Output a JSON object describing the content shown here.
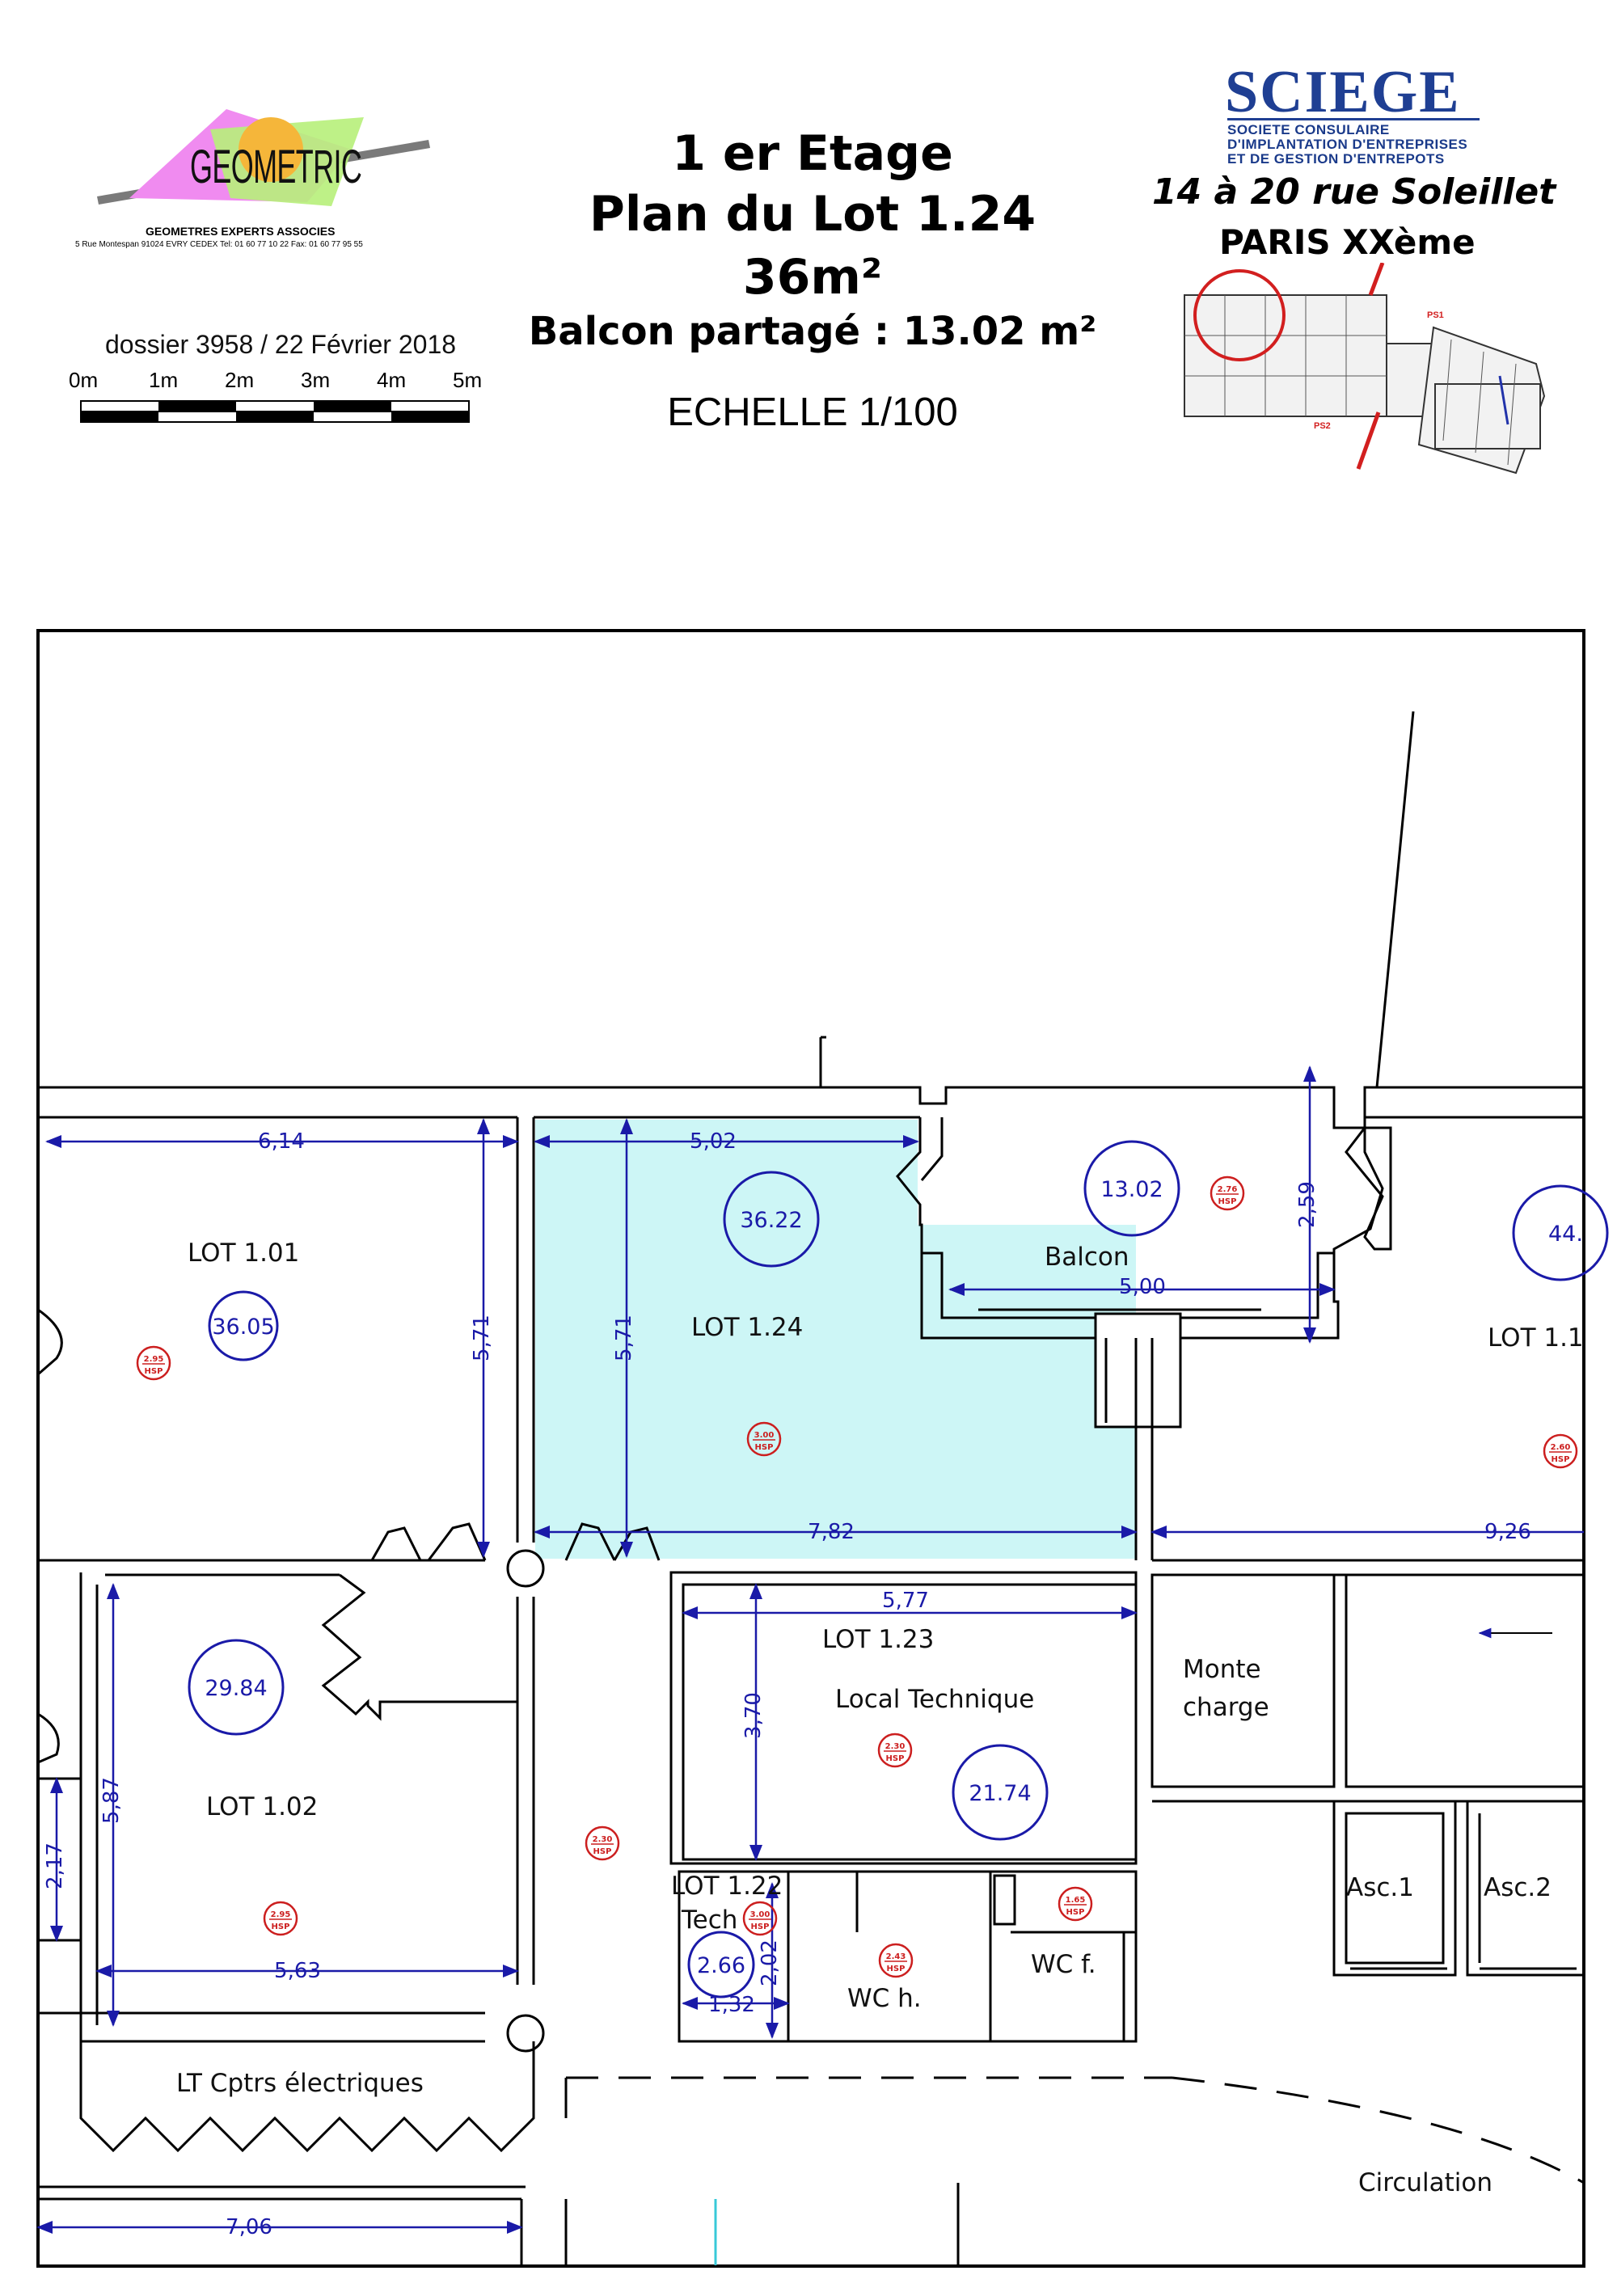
{
  "header": {
    "title_line1": "1 er Etage",
    "title_line2": "Plan du Lot 1.24",
    "title_line3": "36m²",
    "title_line4": "Balcon partagé : 13.02 m²",
    "scale_text": "ECHELLE 1/100"
  },
  "surveyor": {
    "logo_text": "GEOMETRIC",
    "tagline": "GEOMETRES EXPERTS ASSOCIES",
    "address": "5 Rue Montespan 91024 EVRY CEDEX  Tel: 01 60 77 10 22 Fax: 01 60 77 95 55",
    "dossier": "dossier 3958 / 22 Février 2018"
  },
  "scale_bar": {
    "labels": [
      "0m",
      "1m",
      "2m",
      "3m",
      "4m",
      "5m"
    ]
  },
  "owner": {
    "logo_text": "SCIEGE",
    "subtitle_lines": [
      "SOCIETE CONSULAIRE",
      "D'IMPLANTATION D'ENTREPRISES",
      "ET DE GESTION D'ENTREPOTS"
    ],
    "address": "14 à 20  rue Soleillet",
    "city": "PARIS XXème",
    "keymap_labels": [
      "PS1",
      "PS2"
    ]
  },
  "plan": {
    "highlight_color": "#cdf6f6",
    "rooms": {
      "lot_101": "LOT 1.01",
      "lot_124": "LOT 1.24",
      "balcon": "Balcon",
      "lot_11x": "LOT 1.1",
      "lot_102": "LOT 1.02",
      "lot_123": "LOT 1.23",
      "local_tech": "Local Technique",
      "monte": "Monte",
      "charge": "charge",
      "lot_122": "LOT 1.22",
      "tech": "Tech",
      "wc_h": "WC h.",
      "wc_f": "WC f.",
      "asc1": "Asc.1",
      "asc2": "Asc.2",
      "lt_cptrs": "LT Cptrs électriques",
      "circulation": "Circulation"
    },
    "areas": {
      "lot_124": "36.22",
      "balcon": "13.02",
      "lot_11x": "44.",
      "lot_101": "36.05",
      "lot_102": "29.84",
      "lot_123": "21.74",
      "lot_122": "2.66"
    },
    "dimensions": {
      "lot_101_width": "6,14",
      "lot_124_width": "5,02",
      "lot_101_depth": "5,71",
      "lot_124_depth": "5,71",
      "balcon_depth": "2,59",
      "balcon_width": "5,00",
      "lot_124_bottom": "7,82",
      "lot_11x_width": "9,26",
      "lot_123_width": "5,77",
      "lot_123_depth": "3,70",
      "lot_102_depth": "5,87",
      "lot_102_side": "2,17",
      "lot_102_width": "5,63",
      "lot_122_depth": "2,02",
      "lot_122_width": "1,32",
      "lt_width": "7,06"
    },
    "ceiling_heights": {
      "label": "HSP",
      "lot_101": "2.95",
      "lot_124": "3.00",
      "balcon": "2.76",
      "lot_11x": "2.60",
      "local_tech": "2.30",
      "corridor": "2.30",
      "lot_102": "2.95",
      "lot_122": "3.00",
      "wc_f": "1.65",
      "wc_h": "2.43"
    }
  }
}
